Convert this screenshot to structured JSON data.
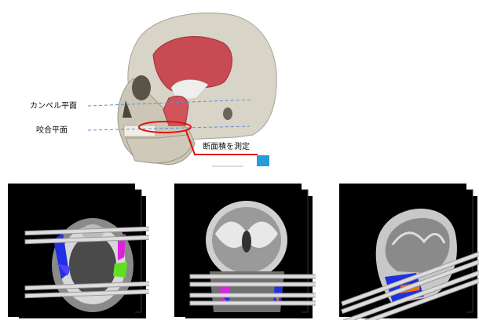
{
  "labels": {
    "camper_plane": "カンペル平面",
    "occlusal_plane": "咬合平面",
    "measure": "断面積を測定"
  },
  "colors": {
    "plane_line": "#5b8fd6",
    "measure_red": "#e01010",
    "muscle_red": "#c84a52",
    "mask_blue": "#2030e0",
    "mask_magenta": "#e020e0",
    "mask_green": "#60e020",
    "mask_orange": "#f07010",
    "badge_blue": "#2a9ad8"
  },
  "icons": {
    "skull": "skull-illustration",
    "mri_axial": "axial-mri-slice-stack",
    "mri_coronal": "coronal-mri-slice-stack",
    "mri_sagittal": "sagittal-mri-slice-stack"
  }
}
